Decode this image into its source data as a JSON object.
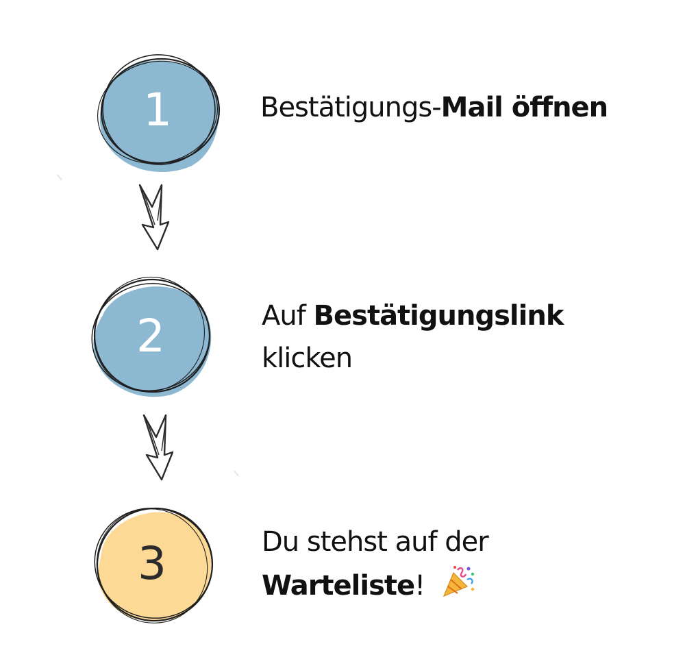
{
  "steps": [
    {
      "number": "1",
      "text_before": "Bestätigungs-",
      "text_bold": "Mail öffnen",
      "line2_bold": "",
      "line2_after": ""
    },
    {
      "number": "2",
      "text_before": "Auf ",
      "text_bold": "Bestätigungslink",
      "line2_plain": "klicken"
    },
    {
      "number": "3",
      "line1_plain": "Du stehst auf der",
      "line2_bold": "Warteliste",
      "line2_after": "!"
    }
  ],
  "colors": {
    "blue": "#8cb8d2",
    "yellow": "#fdd996",
    "stroke": "#1f1f1f"
  },
  "icons": {
    "arrow": "arrow-down-icon",
    "celebration": "party-popper-icon"
  }
}
